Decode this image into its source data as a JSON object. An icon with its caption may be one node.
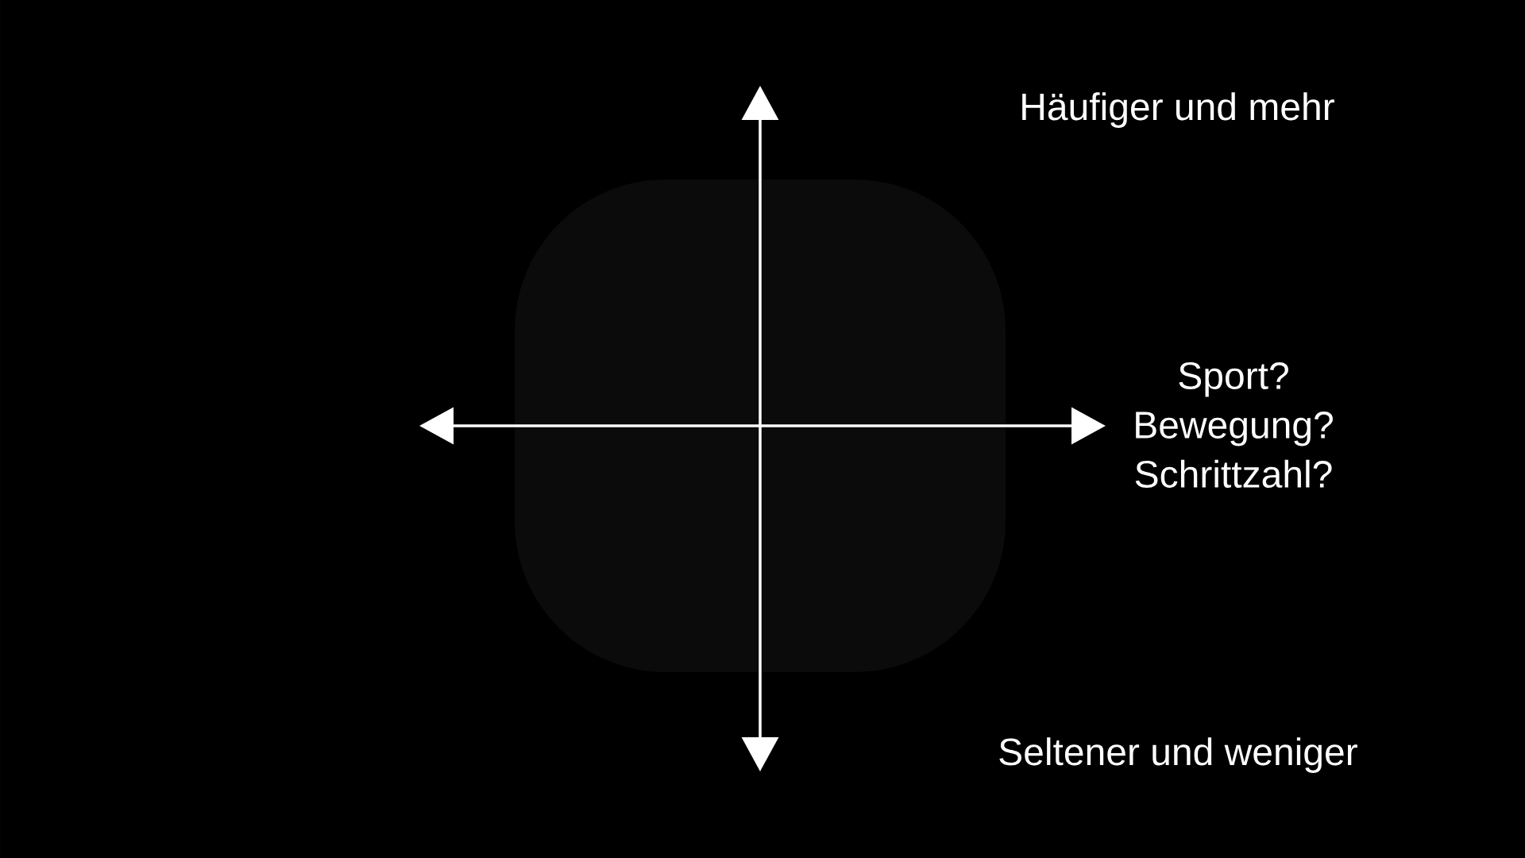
{
  "diagram": {
    "nodes": [
      {
        "text": [],
        "shape": "box"
      }
    ],
    "labels": [
      "Häufiger und mehr",
      "Sport? Bewegung? Schrittzahl?",
      "Seltener und weniger"
    ]
  }
}
